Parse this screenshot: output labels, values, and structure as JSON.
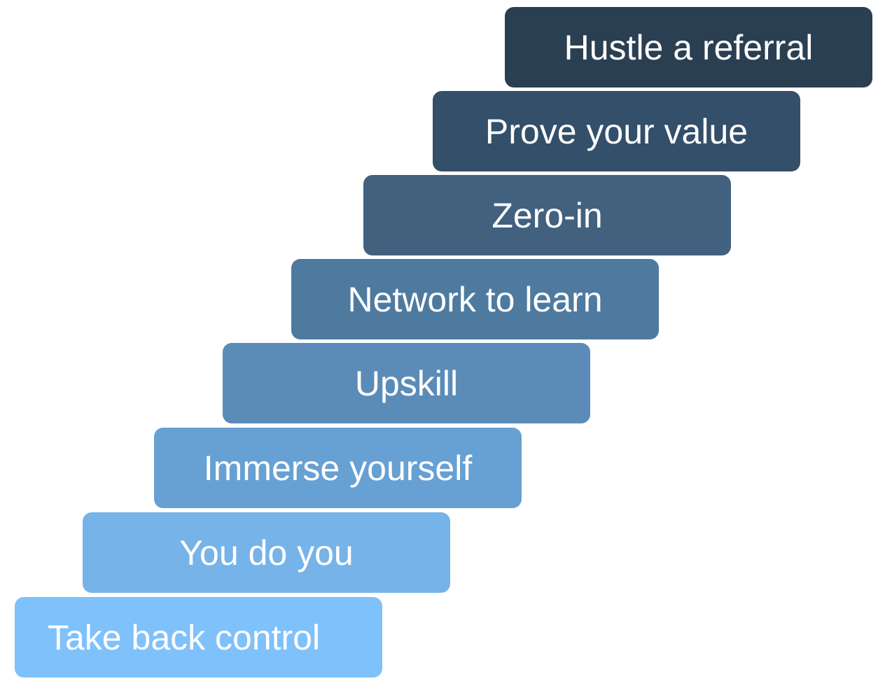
{
  "steps": [
    {
      "label": "Hustle a referral",
      "color": "#2b3f52"
    },
    {
      "label": "Prove your value",
      "color": "#334f69"
    },
    {
      "label": "Zero-in",
      "color": "#41617f"
    },
    {
      "label": "Network to learn",
      "color": "#4f7aa0"
    },
    {
      "label": "Upskill",
      "color": "#5b8cb8"
    },
    {
      "label": "Immerse yourself",
      "color": "#67a0d3"
    },
    {
      "label": "You do you",
      "color": "#76b3e9"
    },
    {
      "label": "Take back control",
      "color": "#7fc1fb"
    }
  ]
}
